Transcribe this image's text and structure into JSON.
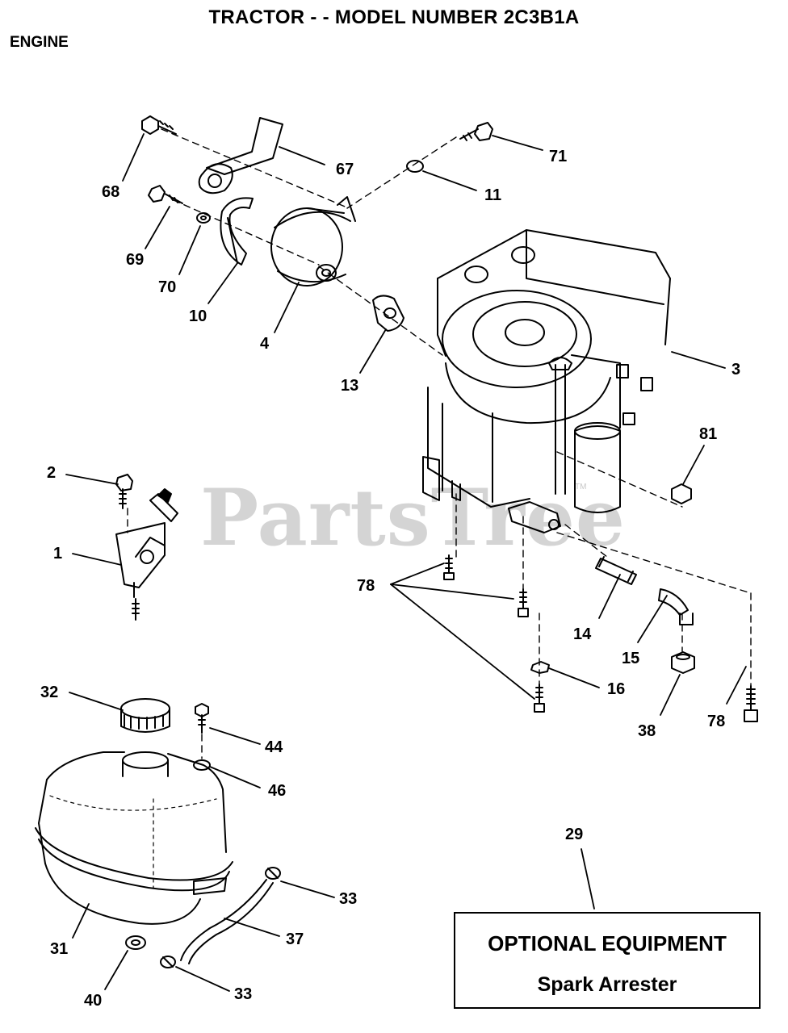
{
  "header": {
    "title": "TRACTOR - - MODEL NUMBER 2C3B1A",
    "section": "ENGINE"
  },
  "watermark": {
    "text": "PartsTree",
    "mark": "TM"
  },
  "part_labels": {
    "p68": "68",
    "p67": "67",
    "p71": "71",
    "p11": "11",
    "p69": "69",
    "p70": "70",
    "p10": "10",
    "p4": "4",
    "p13": "13",
    "p3": "3",
    "p81": "81",
    "p2": "2",
    "p1": "1",
    "p78a": "78",
    "p14": "14",
    "p15": "15",
    "p16": "16",
    "p38": "38",
    "p78b": "78",
    "p32": "32",
    "p44": "44",
    "p46": "46",
    "p29": "29",
    "p33a": "33",
    "p31": "31",
    "p37": "37",
    "p40": "40",
    "p33b": "33"
  },
  "optional_box": {
    "title": "OPTIONAL EQUIPMENT",
    "subtitle": "Spark Arrester"
  },
  "colors": {
    "ink": "#000000",
    "watermark": "#d4d4d4",
    "background": "#ffffff"
  }
}
